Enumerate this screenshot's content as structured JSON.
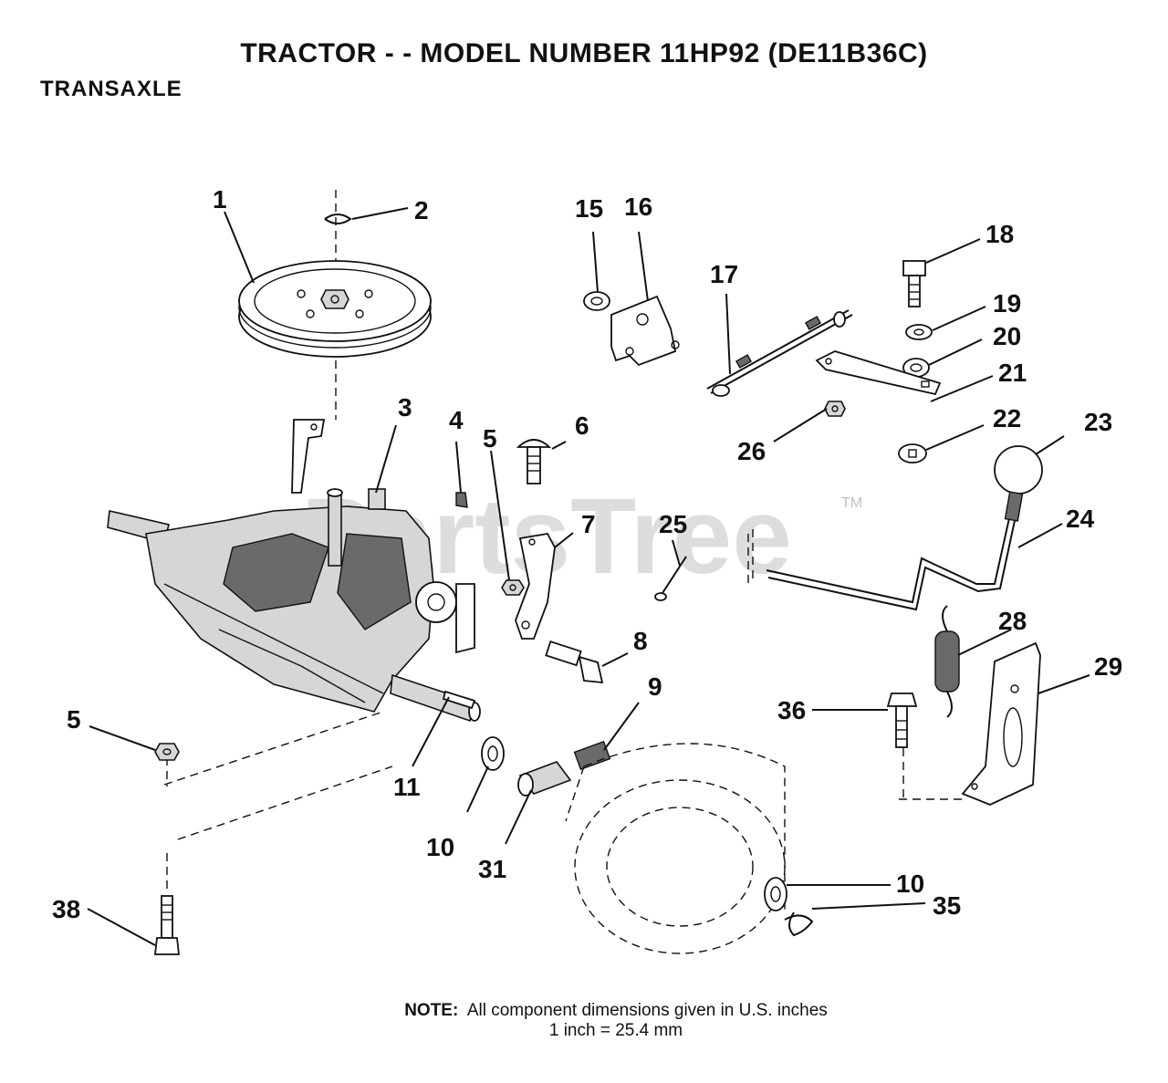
{
  "title": "TRACTOR - - MODEL NUMBER 11HP92   (DE11B36C)",
  "subtitle": "TRANSAXLE",
  "watermark": {
    "text": "PartsTree",
    "mark": "TM"
  },
  "note": {
    "label": "NOTE:",
    "line1": "All component dimensions given in U.S. inches",
    "line2": "1 inch = 25.4 mm"
  },
  "callouts": [
    {
      "id": "c1",
      "text": "1"
    },
    {
      "id": "c2",
      "text": "2"
    },
    {
      "id": "c3",
      "text": "3"
    },
    {
      "id": "c4",
      "text": "4"
    },
    {
      "id": "c5a",
      "text": "5"
    },
    {
      "id": "c5b",
      "text": "5"
    },
    {
      "id": "c6",
      "text": "6"
    },
    {
      "id": "c7",
      "text": "7"
    },
    {
      "id": "c8",
      "text": "8"
    },
    {
      "id": "c9",
      "text": "9"
    },
    {
      "id": "c10a",
      "text": "10"
    },
    {
      "id": "c10b",
      "text": "10"
    },
    {
      "id": "c11",
      "text": "11"
    },
    {
      "id": "c15",
      "text": "15"
    },
    {
      "id": "c16",
      "text": "16"
    },
    {
      "id": "c17",
      "text": "17"
    },
    {
      "id": "c18",
      "text": "18"
    },
    {
      "id": "c19",
      "text": "19"
    },
    {
      "id": "c20",
      "text": "20"
    },
    {
      "id": "c21",
      "text": "21"
    },
    {
      "id": "c22",
      "text": "22"
    },
    {
      "id": "c23",
      "text": "23"
    },
    {
      "id": "c24",
      "text": "24"
    },
    {
      "id": "c25",
      "text": "25"
    },
    {
      "id": "c26",
      "text": "26"
    },
    {
      "id": "c28",
      "text": "28"
    },
    {
      "id": "c29",
      "text": "29"
    },
    {
      "id": "c31",
      "text": "31"
    },
    {
      "id": "c35",
      "text": "35"
    },
    {
      "id": "c36",
      "text": "36"
    },
    {
      "id": "c38",
      "text": "38"
    }
  ]
}
